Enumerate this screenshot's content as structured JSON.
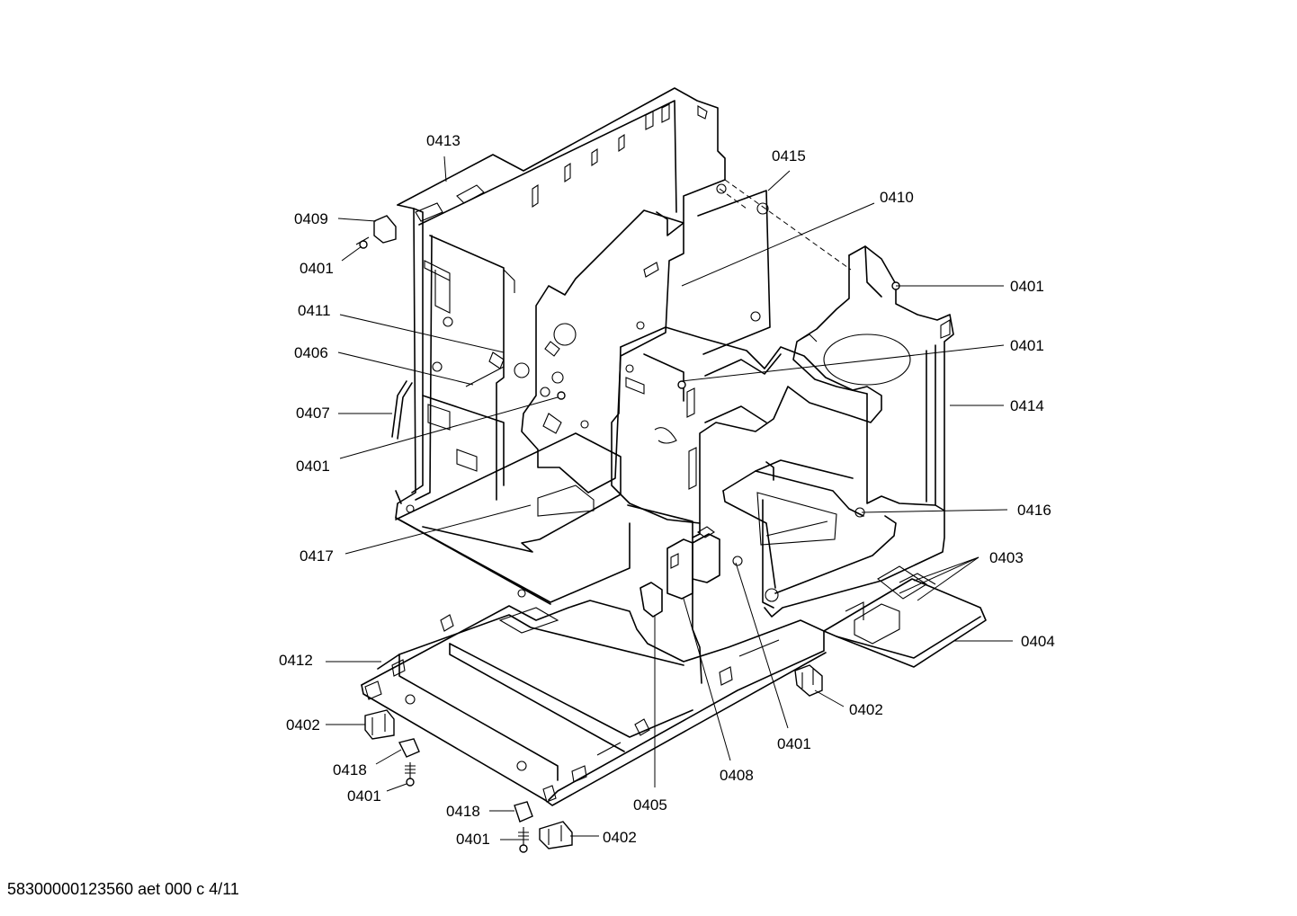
{
  "diagram": {
    "labels": {
      "p0413": "0413",
      "p0415": "0415",
      "p0410": "0410",
      "p0409": "0409",
      "p0401a": "0401",
      "p0401b": "0401",
      "p0411": "0411",
      "p0401c": "0401",
      "p0406": "0406",
      "p0414": "0414",
      "p0407": "0407",
      "p0401d": "0401",
      "p0416": "0416",
      "p0417": "0417",
      "p0403": "0403",
      "p0404": "0404",
      "p0412": "0412",
      "p0402a": "0402",
      "p0402b": "0402",
      "p0401e": "0401",
      "p0418a": "0418",
      "p0408": "0408",
      "p0401f": "0401",
      "p0405": "0405",
      "p0418b": "0418",
      "p0401g": "0401",
      "p0402c": "0402"
    }
  },
  "footer": {
    "text": "58300000123560 aet 000 c 4/11"
  }
}
